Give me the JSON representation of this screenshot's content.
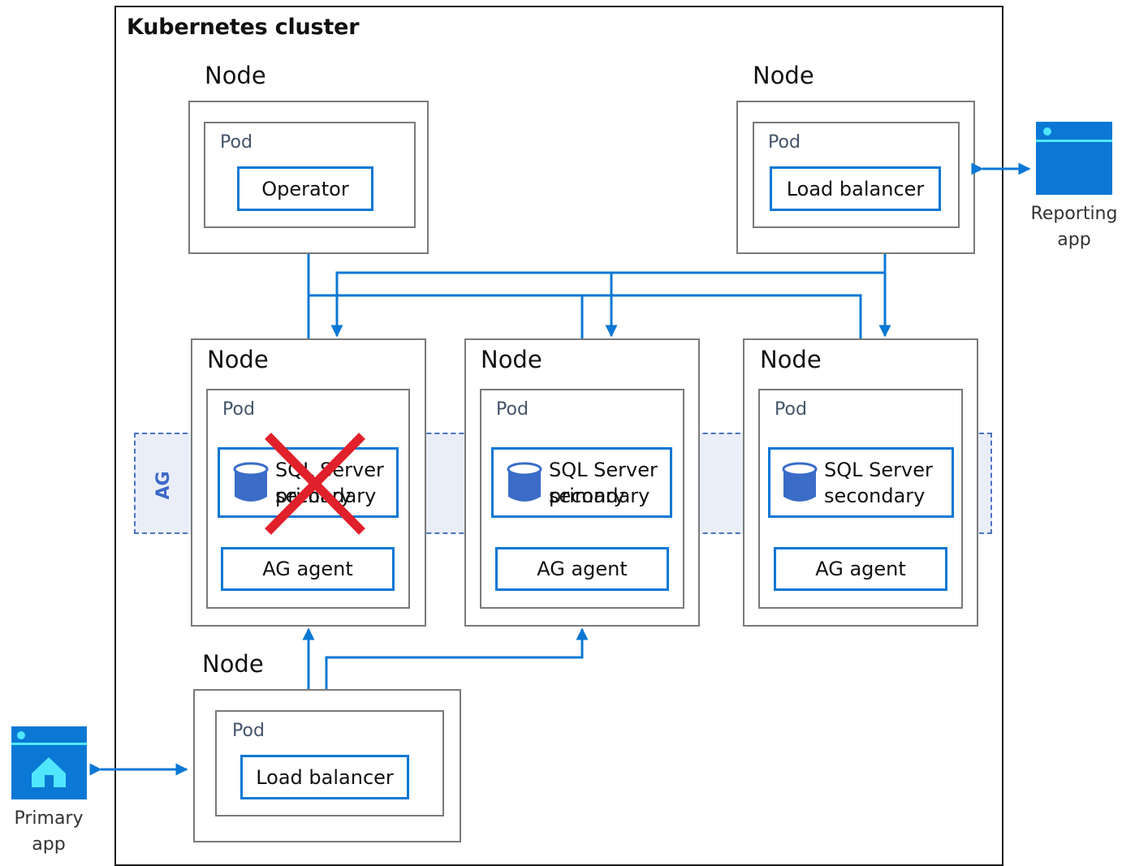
{
  "cluster": {
    "title": "Kubernetes cluster"
  },
  "nodes": {
    "operator_node": {
      "label": "Node",
      "pod_label": "Pod",
      "component": "Operator"
    },
    "reporting_lb_node": {
      "label": "Node",
      "pod_label": "Pod",
      "component": "Load balancer"
    },
    "sql_node_1": {
      "label": "Node",
      "pod_label": "Pod",
      "sql_line1": "SQL Server",
      "sql_line2": "secondary",
      "sql_overlap": "primary",
      "agent": "AG agent",
      "failed": true
    },
    "sql_node_2": {
      "label": "Node",
      "pod_label": "Pod",
      "sql_line1": "SQL Server",
      "sql_line2": "primary",
      "sql_overlap": "secondary",
      "agent": "AG agent"
    },
    "sql_node_3": {
      "label": "Node",
      "pod_label": "Pod",
      "sql_line1": "SQL Server",
      "sql_line2": "secondary",
      "agent": "AG agent"
    },
    "primary_lb_node": {
      "label": "Node",
      "pod_label": "Pod",
      "component": "Load balancer"
    }
  },
  "ag_group": {
    "label": "AG"
  },
  "external_apps": {
    "reporting": {
      "line1": "Reporting",
      "line2": "app",
      "icon": "app-window-icon"
    },
    "primary": {
      "line1": "Primary",
      "line2": "app",
      "icon": "app-home-icon"
    }
  },
  "colors": {
    "accent": "#0a78d4",
    "ag_band": "#4a72c4",
    "failure": "#e0202a",
    "database": "#3a6cc8",
    "app_icon": "#0a78d4",
    "app_icon_light": "#50e6ff"
  }
}
